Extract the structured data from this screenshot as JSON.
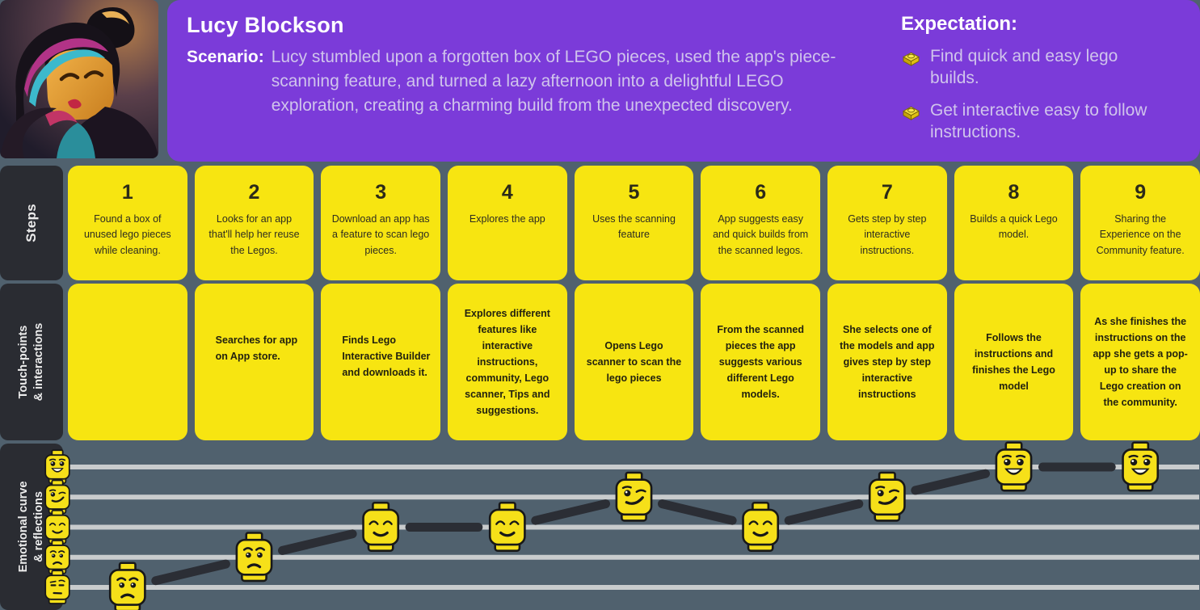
{
  "persona": {
    "name": "Lucy Blockson",
    "scenario_label": "Scenario:",
    "scenario": "Lucy stumbled upon a forgotten box of LEGO pieces, used the app's piece-scanning feature, and turned a lazy afternoon into a delightful LEGO exploration, creating a charming build from the unexpected discovery.",
    "expectation_label": "Expectation:",
    "expectations": [
      "Find quick and easy lego builds.",
      "Get interactive easy to follow instructions."
    ],
    "avatar": "lego-minifigure-lucy-photo"
  },
  "sidebar": {
    "steps": "Steps",
    "touchpoints": [
      "Touch-points",
      "& interactions"
    ],
    "curve": [
      "Emotional curve",
      "& reflections"
    ]
  },
  "steps": [
    {
      "num": "1",
      "text": "Found a box of unused lego pieces while cleaning."
    },
    {
      "num": "2",
      "text": "Looks for an app that'll help her reuse the Legos."
    },
    {
      "num": "3",
      "text": "Download an app has a feature to scan lego pieces."
    },
    {
      "num": "4",
      "text": "Explores the app"
    },
    {
      "num": "5",
      "text": "Uses the scanning feature"
    },
    {
      "num": "6",
      "text": "App suggests easy and quick builds from the scanned legos."
    },
    {
      "num": "7",
      "text": "Gets step by step interactive instructions."
    },
    {
      "num": "8",
      "text": "Builds a quick Lego model."
    },
    {
      "num": "9",
      "text": "Sharing the Experience on the Community feature."
    }
  ],
  "touchpoints": [
    "",
    "Searches for app on App store.",
    "Finds Lego Interactive Builder and downloads it.",
    "Explores different features like interactive instructions, community, Lego scanner, Tips and suggestions.",
    "Opens Lego scanner to scan the lego pieces",
    "From the scanned pieces the app suggests various different Lego models.",
    "She selects one of the models and app gives step by step interactive instructions",
    "Follows the instructions and finishes the Lego model",
    "As she finishes the instructions on the app she gets a pop-up to share the Lego creation on the community."
  ],
  "chart_data": {
    "type": "line",
    "title": "Emotional curve & reflections",
    "x_labels": [
      "1",
      "2",
      "3",
      "4",
      "5",
      "6",
      "7",
      "8",
      "9"
    ],
    "values": [
      1,
      2,
      3,
      3,
      4,
      3,
      4,
      5,
      5
    ],
    "ylim": [
      1,
      5
    ],
    "value_meaning": "1 = lowest mood (bottom gridline), 5 = highest mood (top gridline)",
    "point_emotions": [
      "worried",
      "worried",
      "content",
      "content",
      "smirk",
      "content",
      "smirk",
      "happy",
      "happy"
    ],
    "axis_emotions_top_to_bottom": [
      "happy",
      "smirk",
      "content",
      "worried",
      "annoyed"
    ],
    "grid": true,
    "legend": "none",
    "marker": "lego-head-face"
  },
  "colors": {
    "purple": "#7b3bd9",
    "purple_text": "#d0c4ec",
    "yellow": "#f7e511",
    "dark_panel": "#2a2c32",
    "canvas": "#50616e",
    "gridline": "#c9cccd",
    "curve_line": "#2b2e35",
    "card_text": "#2e2d20",
    "lego_face_yellow": "#f6e019",
    "lego_outline": "#181818"
  }
}
